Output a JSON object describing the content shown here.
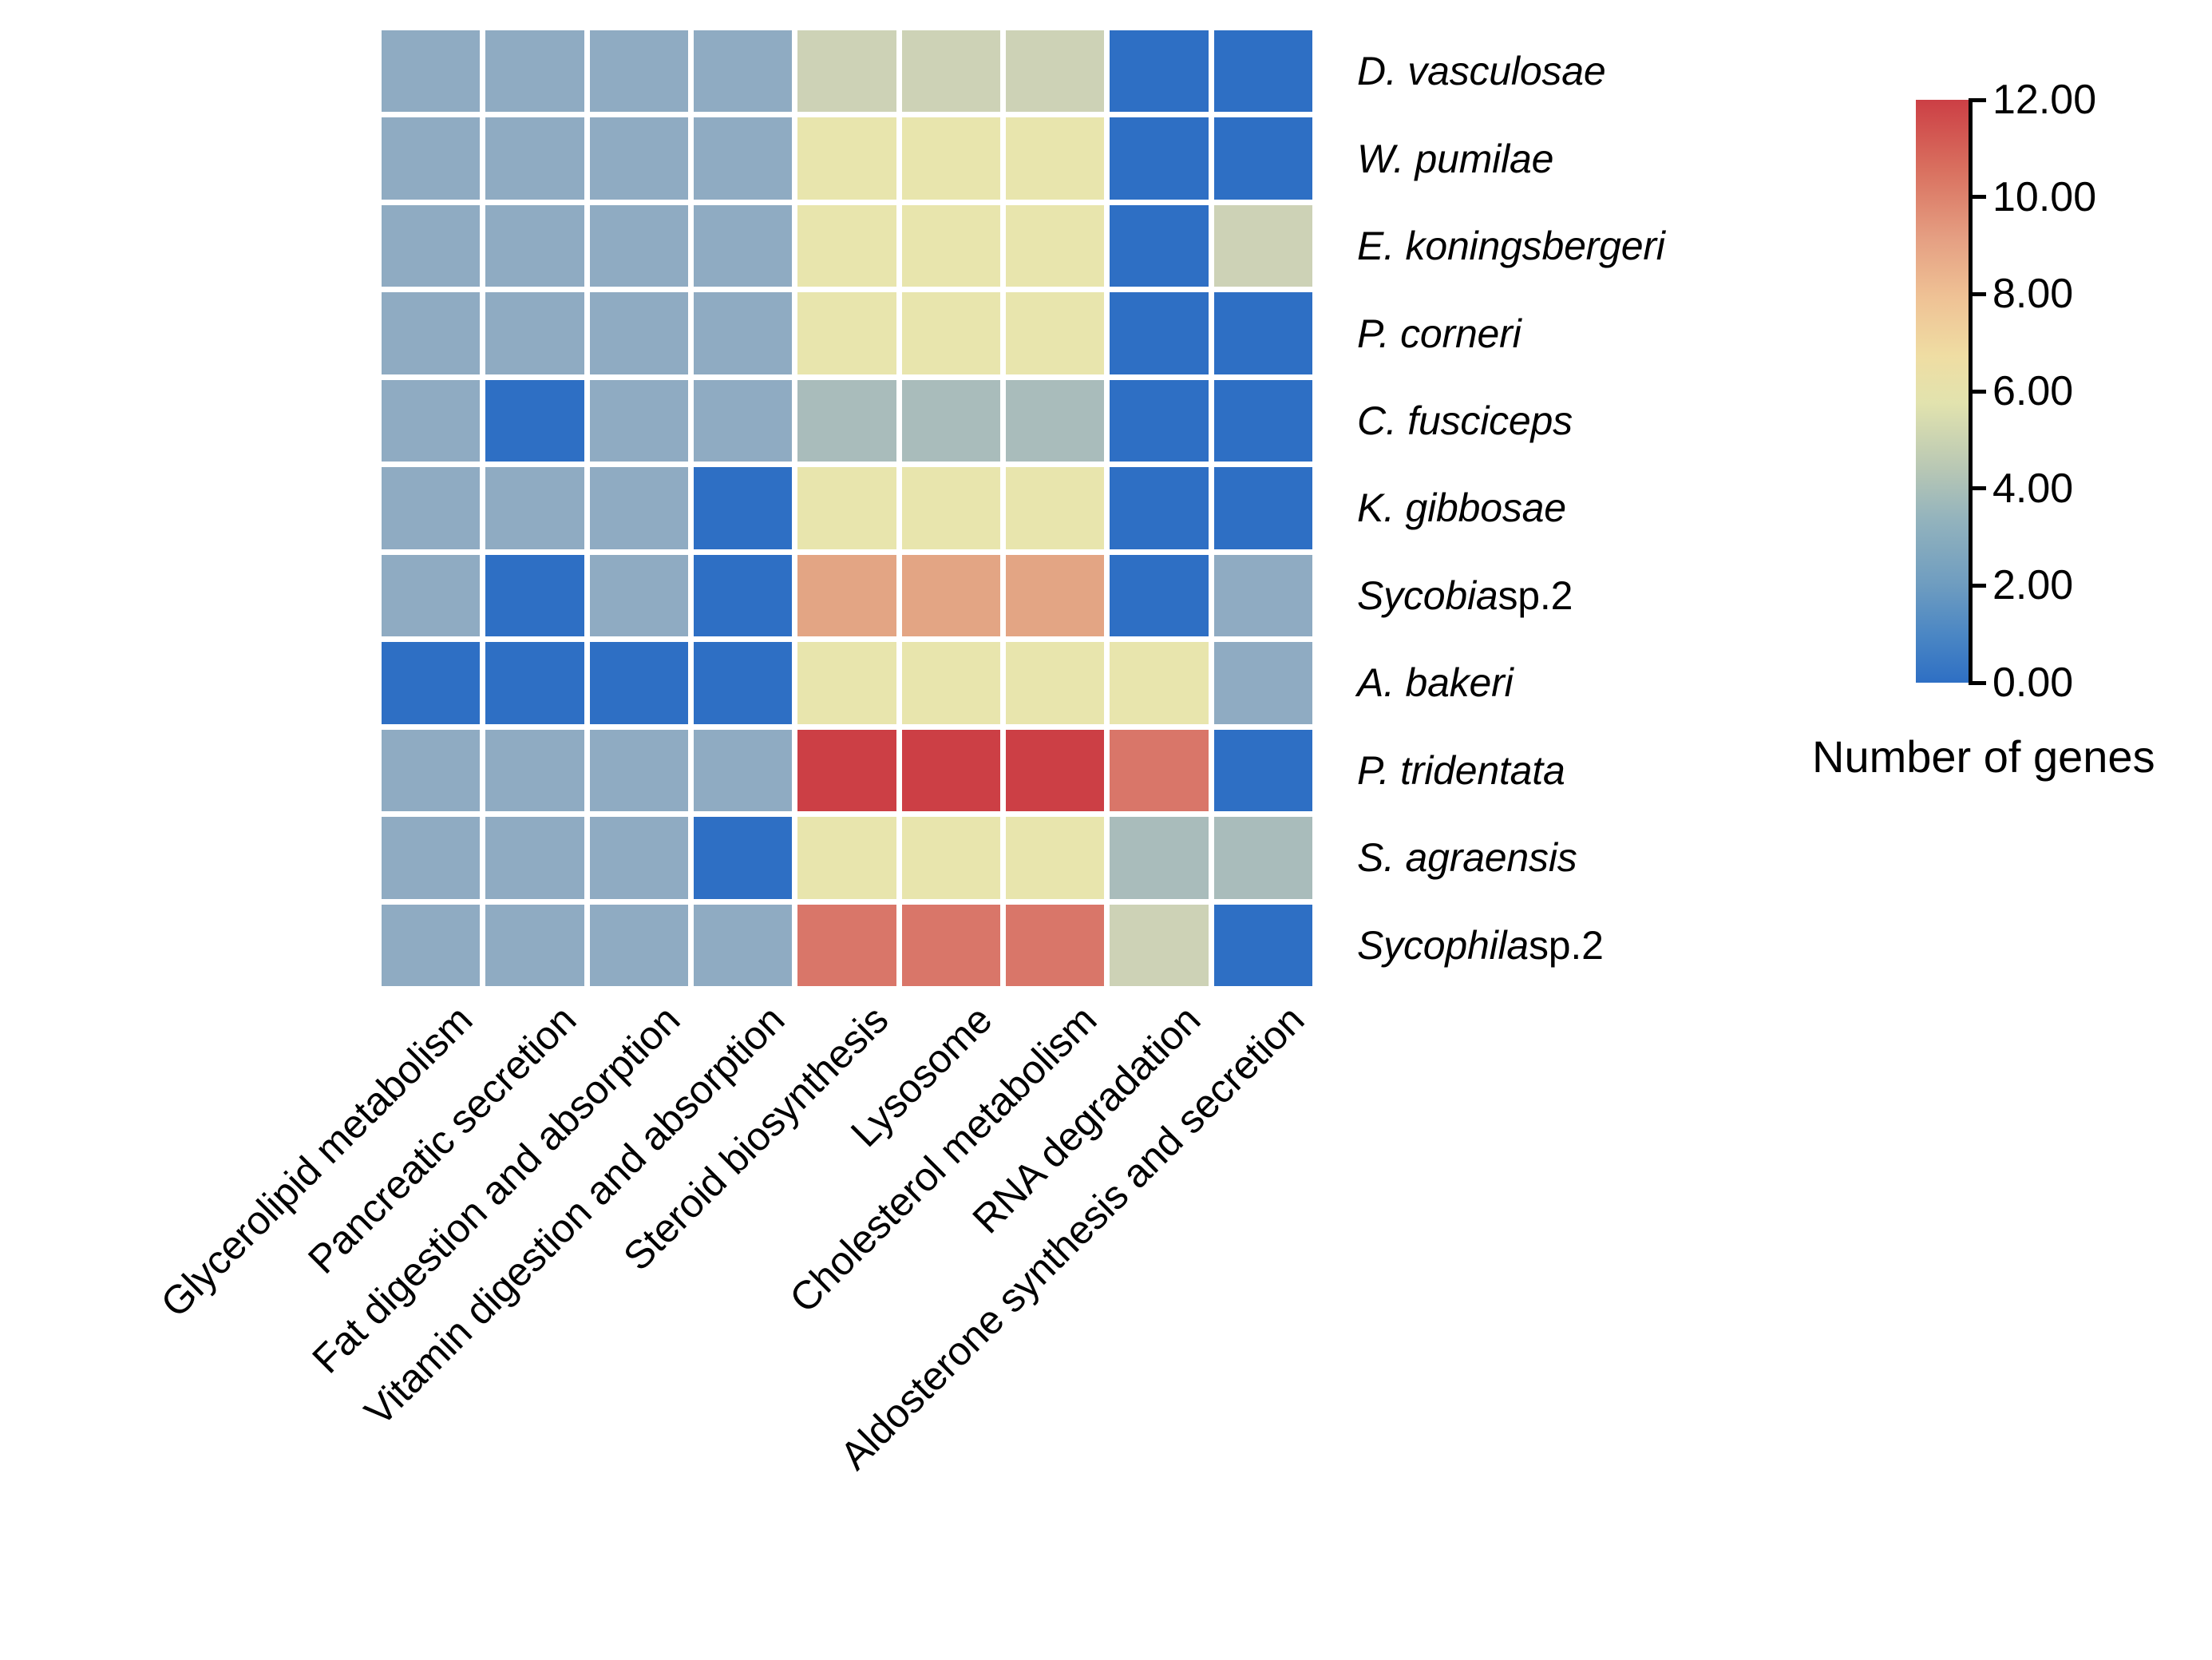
{
  "chart_data": {
    "type": "heatmap",
    "title": "",
    "xlabel": "",
    "ylabel": "",
    "legend_title": "Number of genes",
    "legend_position": "right",
    "grid": false,
    "colormap": "RdYlBu_r",
    "zlim": [
      0.0,
      12.0
    ],
    "colorbar_ticks": [
      "12.00",
      "10.00",
      "8.00",
      "6.00",
      "4.00",
      "2.00",
      "0.00"
    ],
    "colorbar_tick_values": [
      12.0,
      10.0,
      8.0,
      6.0,
      4.0,
      2.0,
      0.0
    ],
    "categories": [
      "Glycerolipid metabolism",
      "Pancreatic secretion",
      "Fat digestion and absorption",
      "Vitamin digestion and absorption",
      "Steroid biosynthesis",
      "Lysosome",
      "Cholesterol metabolism",
      "RNA degradation",
      "Aldosterone synthesis and secretion"
    ],
    "rows": [
      "D. vasculosae",
      "W. pumilae",
      "E. koningsbergeri",
      "P. corneri",
      "C. fusciceps",
      "K. gibbosae",
      "Sycobia sp.2",
      "A. bakeri",
      "P. tridentata",
      "S. agraensis",
      "Sycophila sp.2"
    ],
    "row_label_parts": [
      {
        "italic": "D. vasculosae",
        "upright": ""
      },
      {
        "italic": "W. pumilae",
        "upright": ""
      },
      {
        "italic": "E. koningsbergeri",
        "upright": ""
      },
      {
        "italic": "P. corneri",
        "upright": ""
      },
      {
        "italic": "C. fusciceps",
        "upright": ""
      },
      {
        "italic": "K. gibbosae",
        "upright": ""
      },
      {
        "italic": "Sycobia ",
        "upright": "sp.2"
      },
      {
        "italic": "A. bakeri",
        "upright": ""
      },
      {
        "italic": "P. tridentata",
        "upright": ""
      },
      {
        "italic": "S. agraensis",
        "upright": ""
      },
      {
        "italic": "Sycophila ",
        "upright": "sp.2"
      }
    ],
    "values": [
      [
        2,
        2,
        2,
        2,
        5,
        5,
        5,
        0,
        0
      ],
      [
        2,
        2,
        2,
        2,
        6,
        6,
        6,
        0,
        0
      ],
      [
        2,
        2,
        2,
        2,
        6,
        6,
        6,
        0,
        5
      ],
      [
        2,
        2,
        2,
        2,
        6,
        6,
        6,
        0,
        0
      ],
      [
        2,
        0,
        2,
        2,
        4,
        4,
        4,
        0,
        0
      ],
      [
        2,
        2,
        2,
        0,
        6,
        6,
        6,
        0,
        0
      ],
      [
        2,
        0,
        2,
        0,
        8,
        8,
        8,
        0,
        2
      ],
      [
        0,
        0,
        0,
        0,
        6,
        6,
        6,
        6,
        2
      ],
      [
        2,
        2,
        2,
        2,
        11.5,
        11.5,
        11.5,
        9.5,
        0
      ],
      [
        2,
        2,
        2,
        0,
        6,
        6,
        6,
        4,
        4
      ],
      [
        2,
        2,
        2,
        2,
        9.5,
        9.5,
        9.5,
        5,
        0
      ]
    ],
    "cell_colors": [
      [
        "#8fabc2",
        "#8fabc2",
        "#8fabc2",
        "#8fabc2",
        "#cdd2b6",
        "#cdd2b6",
        "#cdd2b6",
        "#2e6fc4",
        "#2e6fc4"
      ],
      [
        "#8fabc2",
        "#8fabc2",
        "#8fabc2",
        "#8fabc2",
        "#e8e5ad",
        "#e8e5ad",
        "#e8e5ad",
        "#2e6fc4",
        "#2e6fc4"
      ],
      [
        "#8fabc2",
        "#8fabc2",
        "#8fabc2",
        "#8fabc2",
        "#e8e5ad",
        "#e8e5ad",
        "#e8e5ad",
        "#2e6fc4",
        "#cdd2b6"
      ],
      [
        "#8fabc2",
        "#8fabc2",
        "#8fabc2",
        "#8fabc2",
        "#e8e5ad",
        "#e8e5ad",
        "#e8e5ad",
        "#2e6fc4",
        "#2e6fc4"
      ],
      [
        "#8fabc2",
        "#2e6fc4",
        "#8fabc2",
        "#8fabc2",
        "#a9bcbb",
        "#a9bcbb",
        "#a9bcbb",
        "#2e6fc4",
        "#2e6fc4"
      ],
      [
        "#8fabc2",
        "#8fabc2",
        "#8fabc2",
        "#2e6fc4",
        "#e8e5ad",
        "#e8e5ad",
        "#e8e5ad",
        "#2e6fc4",
        "#2e6fc4"
      ],
      [
        "#8fabc2",
        "#2e6fc4",
        "#8fabc2",
        "#2e6fc4",
        "#e3a584",
        "#e3a584",
        "#e3a584",
        "#2e6fc4",
        "#8fabc2"
      ],
      [
        "#2e6fc4",
        "#2e6fc4",
        "#2e6fc4",
        "#2e6fc4",
        "#e8e5ad",
        "#e8e5ad",
        "#e8e5ad",
        "#e8e5ad",
        "#8fabc2"
      ],
      [
        "#8fabc2",
        "#8fabc2",
        "#8fabc2",
        "#8fabc2",
        "#cc3f45",
        "#cc3f45",
        "#cc3f45",
        "#d97669",
        "#2e6fc4"
      ],
      [
        "#8fabc2",
        "#8fabc2",
        "#8fabc2",
        "#2e6fc4",
        "#e8e5ad",
        "#e8e5ad",
        "#e8e5ad",
        "#a9bcbb",
        "#a9bcbb"
      ],
      [
        "#8fabc2",
        "#8fabc2",
        "#8fabc2",
        "#8fabc2",
        "#d97669",
        "#d97669",
        "#d97669",
        "#cdd2b6",
        "#2e6fc4"
      ]
    ]
  },
  "colors": {
    "blue_min": "#2e6fc4",
    "blue_gray": "#8fabc2",
    "gray_green": "#a9bcbb",
    "sage": "#cdd2b6",
    "yellow": "#e8e5ad",
    "light_orange": "#e3a584",
    "salmon": "#d97669",
    "crimson": "#cc3f45",
    "axis": "#000000",
    "background": "#ffffff"
  }
}
